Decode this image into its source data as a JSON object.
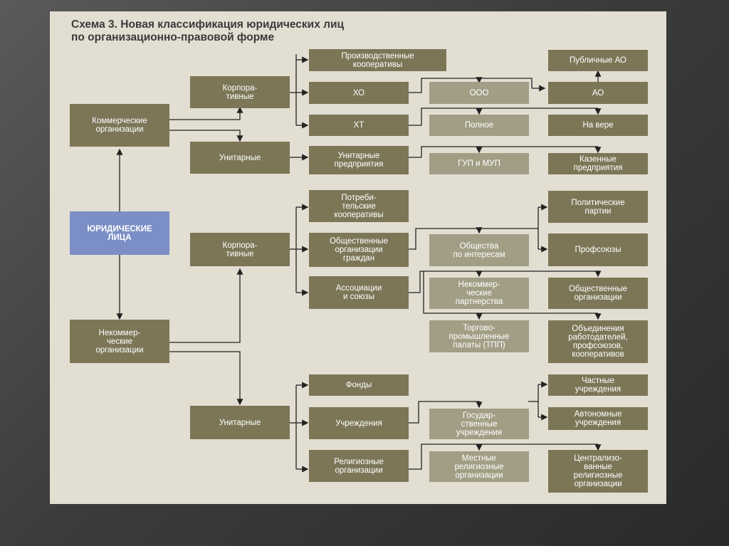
{
  "title": "Схема 3. Новая классификация юридических лиц\nпо организационно-правовой форме",
  "root": "ЮРИДИЧЕСКИЕ\nЛИЦА",
  "commercial": {
    "label": "Коммерческие\nорганизации",
    "corporate": "Корпора-\nтивные",
    "unitary": "Унитарные",
    "prod_coop": "Производственные\nкооперативы",
    "xo": "ХО",
    "xt": "ХТ",
    "ooo": "ООО",
    "ao": "АО",
    "public_ao": "Публичные АО",
    "full": "Полное",
    "trust": "На вере",
    "unit_enterprises": "Унитарные\nпредприятия",
    "gup_mup": "ГУП и МУП",
    "state_enterprises": "Казенные\nпредприятия"
  },
  "noncommercial": {
    "label": "Некоммер-\nческие\nорганизации",
    "corporate": "Корпора-\nтивные",
    "unitary": "Унитарные",
    "consumer_coop": "Потреби-\nтельские\nкооперативы",
    "public_orgs": "Общественные\nорганизации\nграждан",
    "assoc": "Ассоциации\nи союзы",
    "political": "Политические\nпартии",
    "interest": "Общества\nпо интересам",
    "unions": "Профсоюзы",
    "np": "Некоммер-\nческие\nпартнерства",
    "public_orgs2": "Общественные\nорганизации",
    "tpp": "Торгово-\nпромышленные\nпалаты (ТПП)",
    "employers": "Объединения\nработодателей,\nпрофсоюзов,\nкооперативов",
    "funds": "Фонды",
    "institutions": "Учреждения",
    "religious": "Религиозные\nорганизации",
    "private_inst": "Частные\nучреждения",
    "state_inst": "Государ-\nственные\nучреждения",
    "autonomous": "Автономные\nучреждения",
    "local_rel": "Местные\nрелигиозные\nорганизации",
    "central_rel": "Централизо-\nванные\nрелигиозные\nорганизации"
  }
}
